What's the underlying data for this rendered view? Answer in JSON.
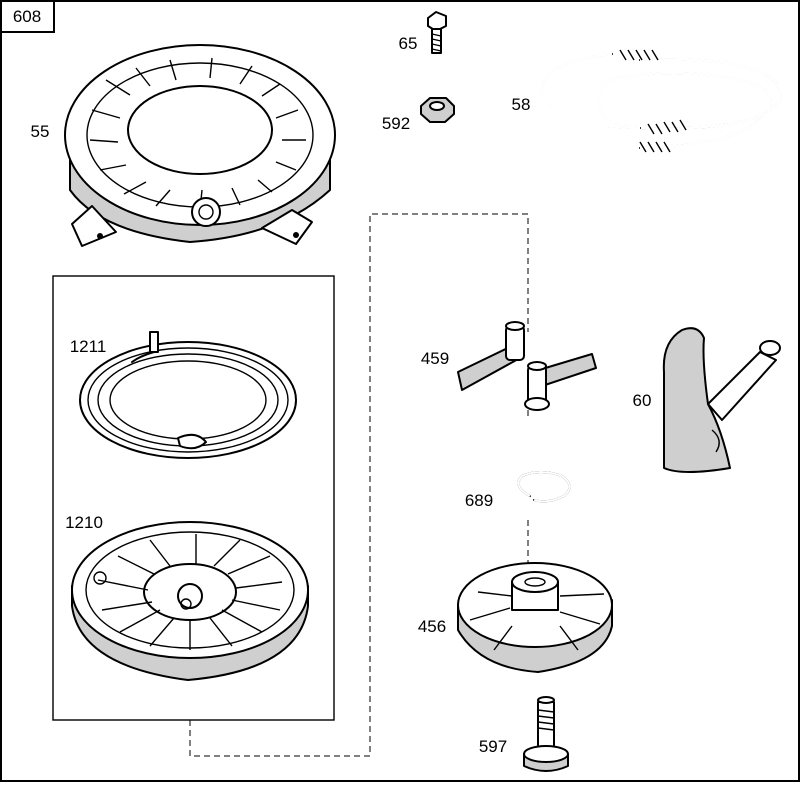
{
  "diagram": {
    "sheet_number": "608",
    "parts": [
      {
        "id": "recoil-housing",
        "label": "55"
      },
      {
        "id": "bolt",
        "label": "65"
      },
      {
        "id": "hex-nut",
        "label": "592"
      },
      {
        "id": "starter-rope",
        "label": "58"
      },
      {
        "id": "recoil-spring",
        "label": "1211"
      },
      {
        "id": "pulley",
        "label": "1210"
      },
      {
        "id": "pawl",
        "label": "459"
      },
      {
        "id": "starter-handle",
        "label": "60"
      },
      {
        "id": "retainer-ring",
        "label": "689"
      },
      {
        "id": "pawl-retainer",
        "label": "456"
      },
      {
        "id": "screw",
        "label": "597"
      }
    ]
  }
}
